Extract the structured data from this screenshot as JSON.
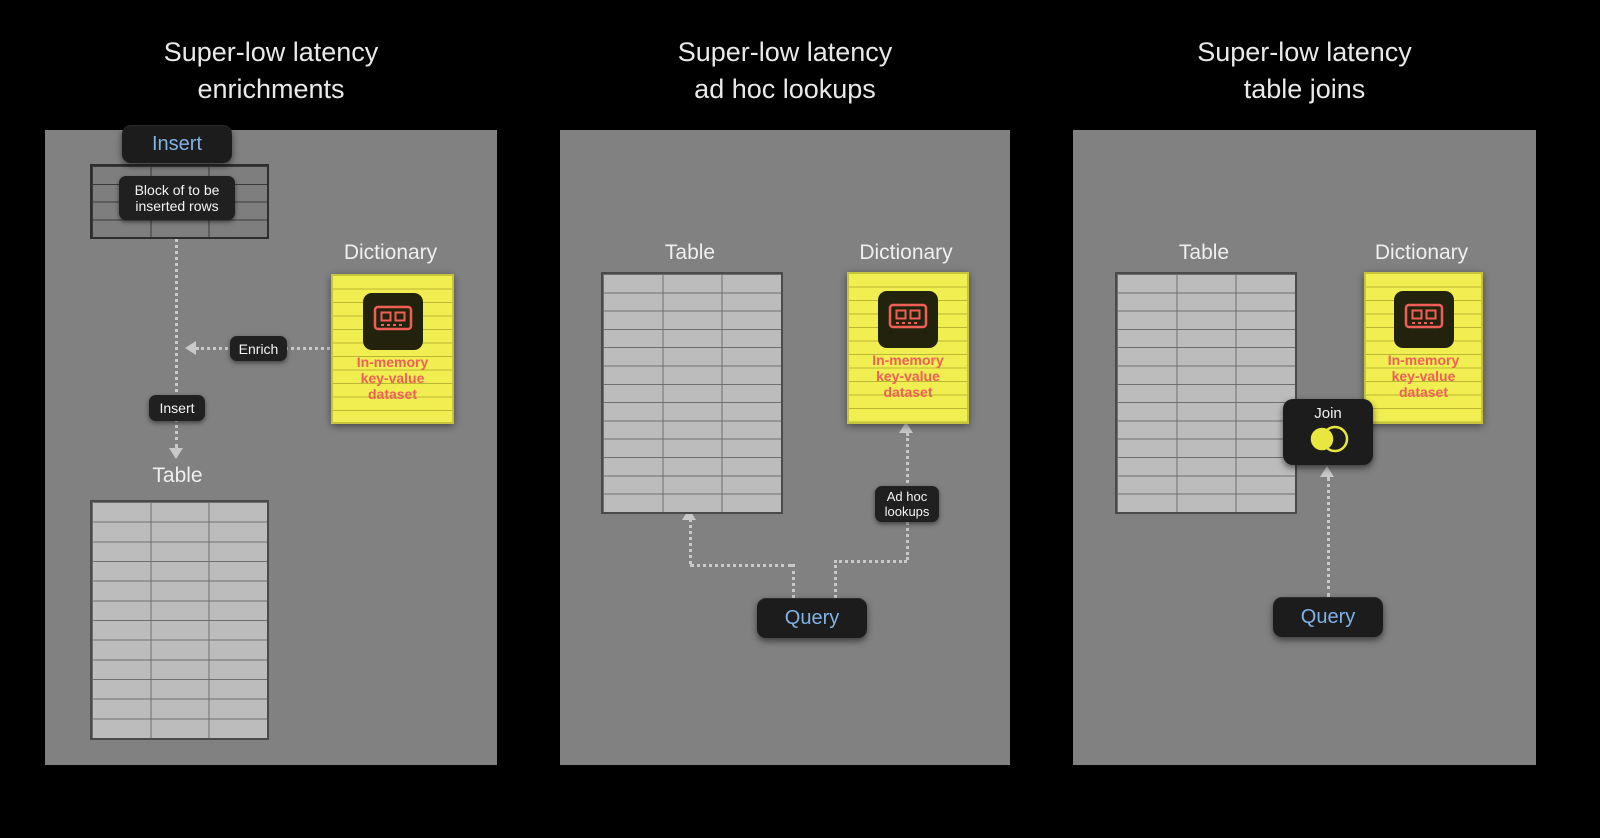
{
  "titles": [
    {
      "line1": "Super-low latency",
      "line2": "enrichments"
    },
    {
      "line1": "Super-low latency",
      "line2": "ad hoc lookups"
    },
    {
      "line1": "Super-low latency",
      "line2": "table joins"
    }
  ],
  "enrichments": {
    "insert_button": "Insert",
    "block_label": "Block of to be inserted rows",
    "enrich_label": "Enrich",
    "insert_label": "Insert",
    "table_label": "Table",
    "dictionary_label": "Dictionary",
    "dictionary_text": "In-memory key-value dataset"
  },
  "lookups": {
    "table_label": "Table",
    "dictionary_label": "Dictionary",
    "dictionary_text": "In-memory key-value dataset",
    "adhoc_label": "Ad hoc lookups",
    "query_button": "Query"
  },
  "joins": {
    "table_label": "Table",
    "dictionary_label": "Dictionary",
    "dictionary_text": "In-memory key-value dataset",
    "join_label": "Join",
    "query_button": "Query"
  },
  "icons": {
    "memory_chip": "memory-chip-icon",
    "join_venn": "venn-diagram-icon"
  },
  "colors": {
    "background": "#000000",
    "panel_gray": "#818181",
    "button_text_blue": "#7fb2e5",
    "dictionary_yellow": "#f1ee52",
    "dictionary_red": "#ef5f58",
    "arrow_gray": "#c9c9c9"
  }
}
